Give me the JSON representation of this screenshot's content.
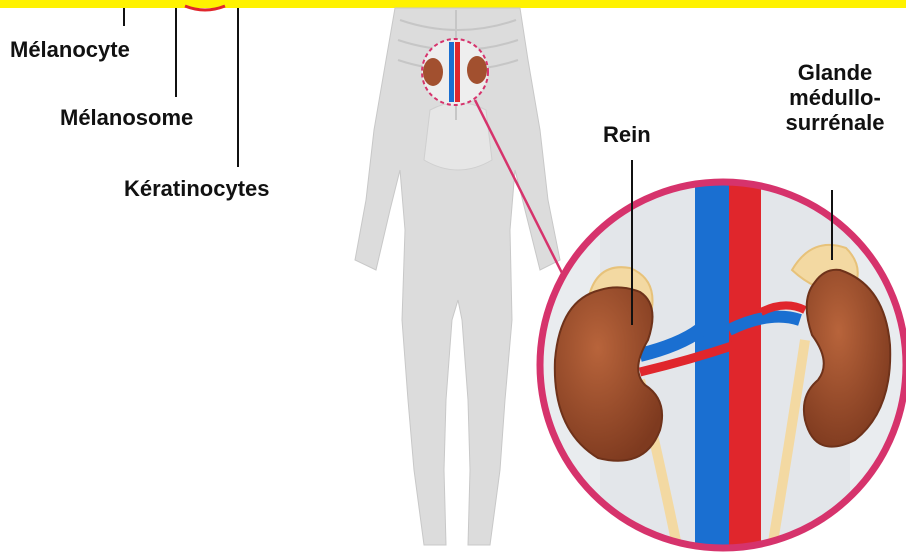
{
  "labels": {
    "melanocyte": "Mélanocyte",
    "melanosome": "Mélanosome",
    "keratinocytes": "Kératinocytes",
    "rein": "Rein",
    "glande_line1": "Glande",
    "glande_line2": "médullo-",
    "glande_line3": "surrénale"
  },
  "colors": {
    "top_band": "#fff200",
    "circle_border": "#d6336c",
    "artery": "#e0262c",
    "vein": "#1a6fd1",
    "kidney": "#a2502f",
    "adrenal": "#f3d9a2",
    "body_silhouette": "#d9d9d9"
  }
}
